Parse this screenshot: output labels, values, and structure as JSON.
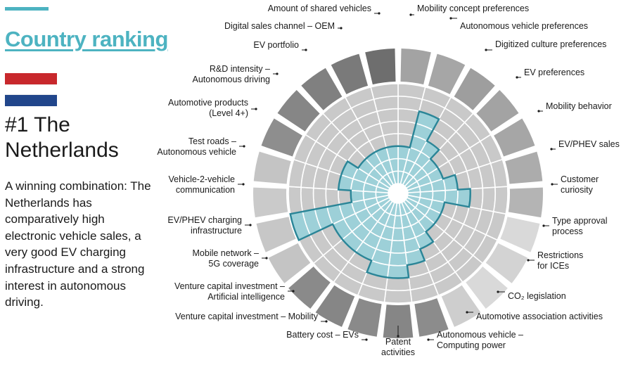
{
  "page": {
    "title": "Country ranking",
    "rank_label": "#1 The Netherlands",
    "description": "A winning combination: The Netherlands has comparatively high electronic vehicle sales, a very good EV charging infrastructure and a strong interest in autonomous driving."
  },
  "colors": {
    "accent": "#4db3c1",
    "value_fill": "#9dd0d8",
    "value_outline": "#2a8597",
    "grid_cell": "#c9c9c9",
    "grid_line": "#ffffff",
    "ring_inner": "#d8d8d8",
    "ring_gap": "#ffffff",
    "ring_outer_band": "#c4c4c4",
    "flag_red": "#c8282c",
    "flag_white": "#ffffff",
    "flag_blue": "#21468b"
  },
  "chart_data": {
    "type": "radial-bar",
    "max_value": 8,
    "categories": [
      {
        "label": "Mobility concept preferences",
        "value": 3,
        "segment_shade": "#a3a3a3"
      },
      {
        "label": "Autonomous vehicle preferences",
        "value": 6,
        "segment_shade": "#a6a6a6"
      },
      {
        "label": "Digitized culture preferences",
        "value": 4,
        "segment_shade": "#9e9e9e"
      },
      {
        "label": "EV preferences",
        "value": 3,
        "segment_shade": "#a3a3a3"
      },
      {
        "label": "Mobility behavior",
        "value": 3,
        "segment_shade": "#a6a6a6"
      },
      {
        "label": "EV/PHEV sales",
        "value": 4,
        "segment_shade": "#acacac"
      },
      {
        "label": "Customer curiosity",
        "value": 5,
        "segment_shade": "#b4b4b4"
      },
      {
        "label": "Type approval process",
        "value": 3,
        "segment_shade": "#d9d9d9"
      },
      {
        "label": "Restrictions for ICEs",
        "value": 3,
        "segment_shade": "#d3d3d3"
      },
      {
        "label": "CO₂ legislation",
        "value": 3,
        "segment_shade": "#d9d9d9"
      },
      {
        "label": "Automotive association activities",
        "value": 4,
        "segment_shade": "#cecece"
      },
      {
        "label": "Autonomous vehicle – Computing power",
        "value": 5,
        "segment_shade": "#8c8c8c"
      },
      {
        "label": "Patent activities",
        "value": 6,
        "segment_shade": "#868686"
      },
      {
        "label": "Battery cost – EVs",
        "value": 6,
        "segment_shade": "#8a8a8a"
      },
      {
        "label": "Venture capital investment – Mobility",
        "value": 5,
        "segment_shade": "#868686"
      },
      {
        "label": "Venture capital investment – Artificial intelligence",
        "value": 5,
        "segment_shade": "#8a8a8a"
      },
      {
        "label": "Mobile network – 5G coverage",
        "value": 5,
        "segment_shade": "#c4c4c4"
      },
      {
        "label": "EV/PHEV charging infrastructure",
        "value": 8,
        "segment_shade": "#c7c7c7"
      },
      {
        "label": "Vehicle-2-vehicle communication",
        "value": 3,
        "segment_shade": "#cacaca"
      },
      {
        "label": "Test roads – Autonomous vehicle",
        "value": 4,
        "segment_shade": "#c4c4c4"
      },
      {
        "label": "Automotive products (Level 4+)",
        "value": 4,
        "segment_shade": "#8e8e8e"
      },
      {
        "label": "R&D intensity – Autonomous driving",
        "value": 3,
        "segment_shade": "#868686"
      },
      {
        "label": "EV portfolio",
        "value": 3,
        "segment_shade": "#808080"
      },
      {
        "label": "Digital sales channel – OEM",
        "value": 3,
        "segment_shade": "#7a7a7a"
      },
      {
        "label": "Amount of shared vehicles",
        "value": 3,
        "segment_shade": "#6e6e6e"
      }
    ]
  },
  "labels": [
    {
      "lines": [
        "Amount of shared vehicles"
      ]
    },
    {
      "lines": [
        "Mobility concept preferences"
      ]
    },
    {
      "lines": [
        "Autonomous vehicle preferences"
      ]
    },
    {
      "lines": [
        "Digital sales  channel – OEM"
      ]
    },
    {
      "lines": [
        "Digitized culture preferences"
      ]
    },
    {
      "lines": [
        "EV portfolio"
      ]
    },
    {
      "lines": [
        "EV preferences"
      ]
    },
    {
      "lines": [
        "R&D intensity –",
        "Autonomous driving"
      ]
    },
    {
      "lines": [
        "Mobility behavior"
      ]
    },
    {
      "lines": [
        "Automotive products",
        "(Level 4+)"
      ]
    },
    {
      "lines": [
        "EV/PHEV sales"
      ]
    },
    {
      "lines": [
        "Test roads –",
        "Autonomous vehicle"
      ]
    },
    {
      "lines": [
        "Customer",
        "curiosity"
      ]
    },
    {
      "lines": [
        "Vehicle-2-vehicle",
        "communication"
      ]
    },
    {
      "lines": [
        "Type approval",
        "process"
      ]
    },
    {
      "lines": [
        "EV/PHEV charging",
        "infrastructure"
      ]
    },
    {
      "lines": [
        "Restrictions",
        "for ICEs"
      ]
    },
    {
      "lines": [
        "Mobile network –",
        "5G coverage"
      ]
    },
    {
      "lines": [
        "CO₂ legislation"
      ]
    },
    {
      "lines": [
        "Venture capital investment –",
        "Artificial intelligence"
      ]
    },
    {
      "lines": [
        "Automotive association activities"
      ]
    },
    {
      "lines": [
        "Venture capital investment – Mobility"
      ]
    },
    {
      "lines": [
        "Battery cost – EVs"
      ]
    },
    {
      "lines": [
        "Patent",
        "activities"
      ]
    },
    {
      "lines": [
        "Autonomous vehicle –",
        "Computing power"
      ]
    }
  ]
}
